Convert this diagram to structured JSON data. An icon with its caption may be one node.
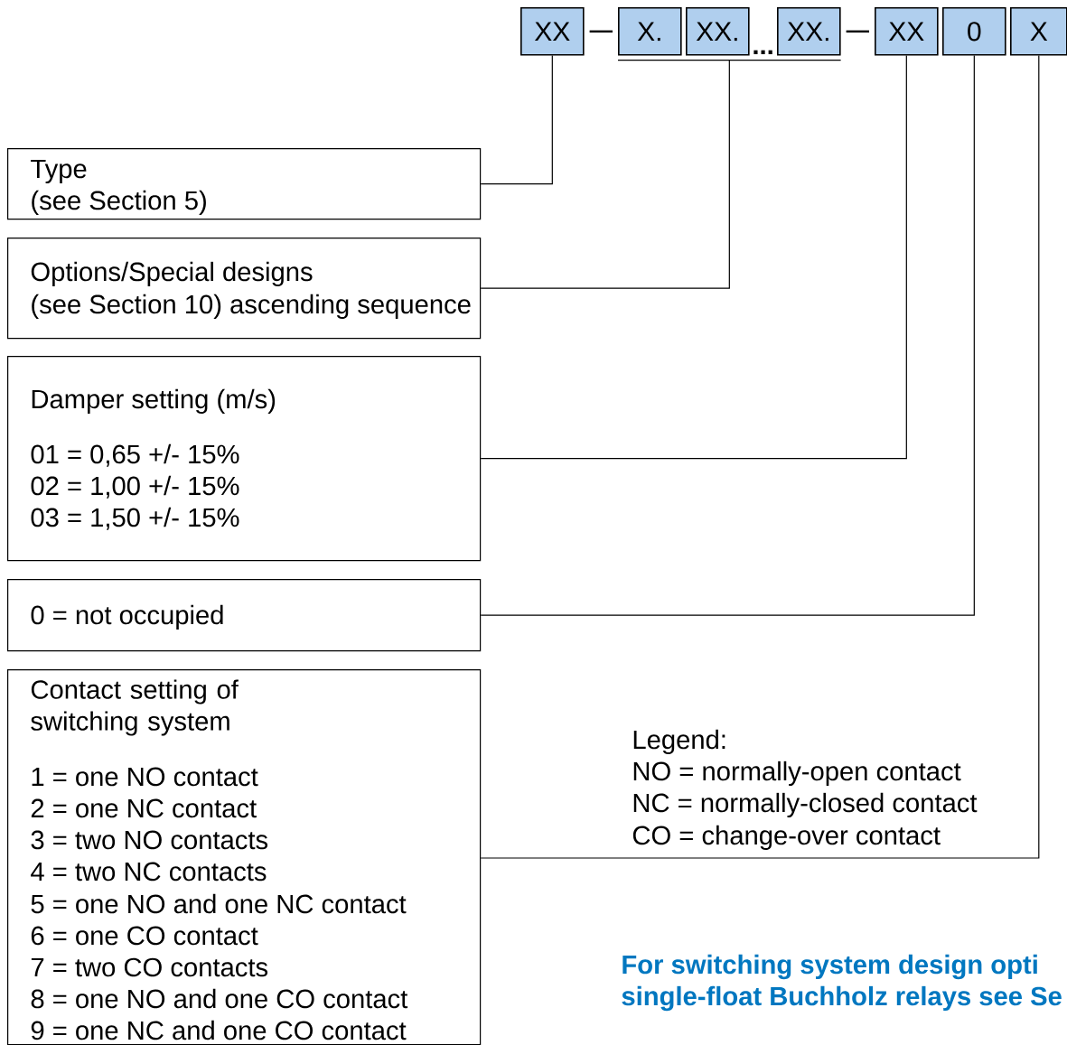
{
  "diagram": {
    "nodes": [
      {
        "text": [
          "XX"
        ]
      },
      {
        "text": [
          "X."
        ]
      },
      {
        "text": [
          "XX."
        ]
      },
      {
        "text": [
          "XX."
        ]
      },
      {
        "text": [
          "XX"
        ]
      },
      {
        "text": [
          "0"
        ]
      },
      {
        "text": [
          "X"
        ]
      },
      {
        "text": [
          "Type",
          "(see Section 5)"
        ]
      },
      {
        "text": [
          "Options/Special designs",
          "(see Section 10) ascending sequence"
        ]
      },
      {
        "text": [
          "Damper setting (m/s)",
          "01 = 0,65 +/- 15%",
          "02 = 1,00 +/- 15%",
          "03 = 1,50 +/- 15%"
        ]
      },
      {
        "text": [
          "0 = not occupied"
        ]
      },
      {
        "text": [
          "Contact setting of switching system",
          "1 = one NO contact",
          "2 = one NC contact",
          "3 = two NO contacts",
          "4 = two NC contacts",
          "5 = one NO and one NC contact",
          "6 = one CO contact",
          "7 = two CO contacts",
          "8 = one NO and one CO contact",
          "9 = one NC and one CO contact"
        ]
      }
    ],
    "edges": [
      {
        "from": 7,
        "to": 0,
        "arrow": "none"
      },
      {
        "from": 0,
        "to": 1,
        "arrow": "none"
      },
      {
        "from": 3,
        "to": 4,
        "arrow": "none"
      },
      {
        "from": 8,
        "to": 1,
        "arrow": "none"
      },
      {
        "from": 8,
        "to": 2,
        "arrow": "none"
      },
      {
        "from": 8,
        "to": 3,
        "arrow": "none"
      },
      {
        "from": 9,
        "to": 4,
        "arrow": "none"
      },
      {
        "from": 10,
        "to": 5,
        "arrow": "none"
      },
      {
        "from": 11,
        "to": 6,
        "arrow": "none"
      }
    ],
    "labels": [
      "...",
      "Legend:",
      "NO = normally-open contact",
      "NC = normally-closed contact",
      "CO = change-over contact",
      "For switching system design opti",
      "single-float Buchholz relays see Se"
    ]
  }
}
